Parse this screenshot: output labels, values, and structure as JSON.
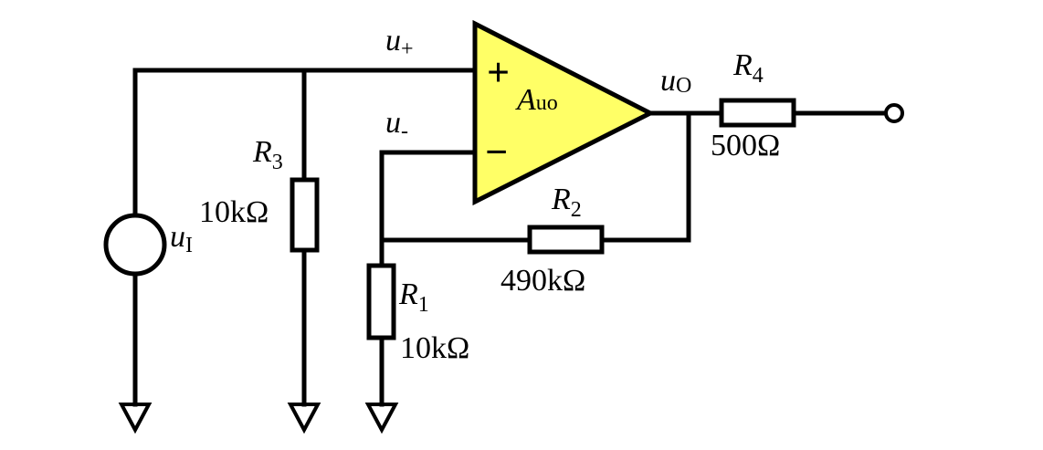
{
  "opamp": {
    "gain_symbol": "A",
    "gain_sub": "uo",
    "plus_sign": "+",
    "minus_sign": "−",
    "fill_color": "#ffff66"
  },
  "nodes": {
    "u_plus": {
      "sym": "u",
      "sub": "+"
    },
    "u_minus": {
      "sym": "u",
      "sub": "-"
    },
    "u_out": {
      "sym": "u",
      "sub": "O"
    },
    "u_in": {
      "sym": "u",
      "sub": "I"
    }
  },
  "resistors": {
    "R1": {
      "sym": "R",
      "sub": "1",
      "value": "10kΩ"
    },
    "R2": {
      "sym": "R",
      "sub": "2",
      "value": "490kΩ"
    },
    "R3": {
      "sym": "R",
      "sub": "3",
      "value": "10kΩ"
    },
    "R4": {
      "sym": "R",
      "sub": "4",
      "value": "500Ω"
    }
  }
}
